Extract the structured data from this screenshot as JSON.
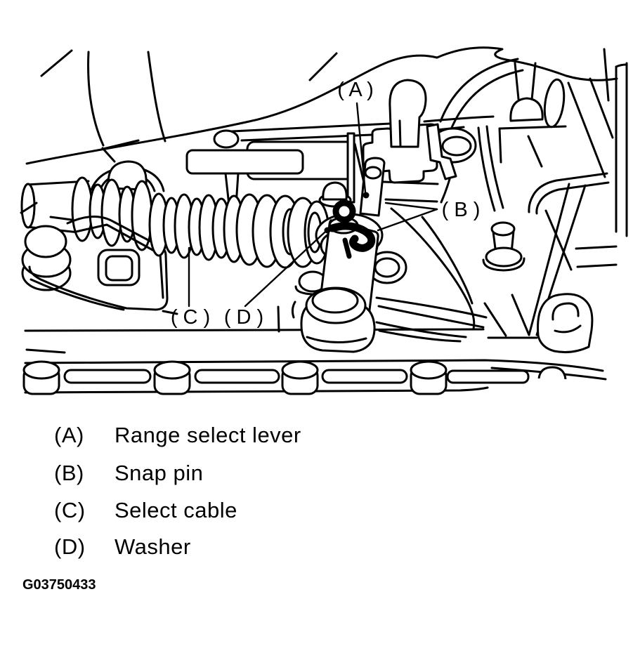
{
  "figure": {
    "code": "G03750433"
  },
  "palette": {
    "ink": "#000000",
    "paper": "#ffffff"
  },
  "callouts": [
    {
      "id": "A",
      "text": "( A )"
    },
    {
      "id": "B",
      "text": "( B )"
    },
    {
      "id": "C",
      "text": "( C )"
    },
    {
      "id": "D",
      "text": "( D )"
    }
  ],
  "legend": [
    {
      "key": "(A)",
      "label": "Range select lever"
    },
    {
      "key": "(B)",
      "label": "Snap pin"
    },
    {
      "key": "(C)",
      "label": "Select cable"
    },
    {
      "key": "(D)",
      "label": "Washer"
    }
  ]
}
